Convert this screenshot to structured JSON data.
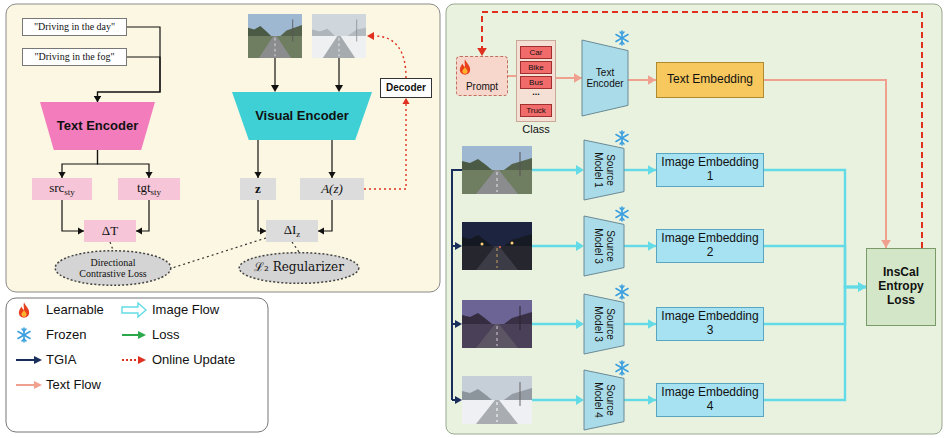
{
  "diagram": {
    "nodes": [
      {
        "text": [
          "\"Driving in the day\""
        ]
      },
      {
        "text": [
          "\"Driving in the fog\""
        ]
      },
      {
        "text": [
          "Text Encoder"
        ]
      },
      {
        "text": [
          "Visual Encoder"
        ]
      },
      {
        "text": [
          "src",
          "sty"
        ]
      },
      {
        "text": [
          "tgt",
          "sty"
        ]
      },
      {
        "text": [
          "z"
        ]
      },
      {
        "text": [
          "A(z)"
        ]
      },
      {
        "text": [
          "ΔT"
        ]
      },
      {
        "text": [
          "ΔI",
          "z"
        ]
      },
      {
        "text": [
          "Directional Contrastive Loss"
        ]
      },
      {
        "text": [
          "ℒ₂ Regularizer"
        ]
      },
      {
        "text": [
          "Decoder"
        ]
      },
      {
        "text": [
          "Prompt"
        ]
      },
      {
        "text": [
          "Class"
        ]
      },
      {
        "text": [
          "Car"
        ],
        "in": 14
      },
      {
        "text": [
          "Bike"
        ],
        "in": 14
      },
      {
        "text": [
          "Bus"
        ],
        "in": 14
      },
      {
        "text": [
          "Truck"
        ],
        "in": 14
      },
      {
        "text": [
          "Text Encoder"
        ]
      },
      {
        "text": [
          "Text Embedding"
        ]
      },
      {
        "text": [
          "Source Model 1"
        ]
      },
      {
        "text": [
          "Source Model 3"
        ]
      },
      {
        "text": [
          "Source Model 3"
        ]
      },
      {
        "text": [
          "Source Model 4"
        ]
      },
      {
        "text": [
          "Image Embedding 1"
        ]
      },
      {
        "text": [
          "Image Embedding 2"
        ]
      },
      {
        "text": [
          "Image Embedding 3"
        ]
      },
      {
        "text": [
          "Image Embedding 4"
        ]
      },
      {
        "text": [
          "InsCal Entropy Loss"
        ]
      }
    ],
    "edges": [
      {
        "from": 0,
        "to": 2,
        "arrow": "to"
      },
      {
        "from": 1,
        "to": 2,
        "arrow": "to"
      },
      {
        "from": 2,
        "to": 4,
        "arrow": "to"
      },
      {
        "from": 2,
        "to": 5,
        "arrow": "to"
      },
      {
        "from": 3,
        "to": 6,
        "arrow": "to"
      },
      {
        "from": 3,
        "to": 7,
        "arrow": "to"
      },
      {
        "from": 4,
        "to": 8,
        "arrow": "to"
      },
      {
        "from": 5,
        "to": 8,
        "arrow": "to"
      },
      {
        "from": 6,
        "to": 9,
        "arrow": "to"
      },
      {
        "from": 7,
        "to": 9,
        "arrow": "to"
      },
      {
        "from": 8,
        "to": 10,
        "arrow": "none"
      },
      {
        "from": 9,
        "to": 10,
        "arrow": "none"
      },
      {
        "from": 9,
        "to": 11,
        "arrow": "none"
      },
      {
        "from": 7,
        "to": 12,
        "arrow": "to"
      },
      {
        "from": 13,
        "to": 14,
        "arrow": "none"
      },
      {
        "from": 14,
        "to": 19,
        "arrow": "to"
      },
      {
        "from": 19,
        "to": 20,
        "arrow": "to"
      },
      {
        "from": 21,
        "to": 25,
        "arrow": "to"
      },
      {
        "from": 22,
        "to": 26,
        "arrow": "to"
      },
      {
        "from": 23,
        "to": 27,
        "arrow": "to"
      },
      {
        "from": 24,
        "to": 28,
        "arrow": "to"
      },
      {
        "from": 25,
        "to": 29,
        "arrow": "to"
      },
      {
        "from": 26,
        "to": 29,
        "arrow": "to"
      },
      {
        "from": 27,
        "to": 29,
        "arrow": "to"
      },
      {
        "from": 28,
        "to": 29,
        "arrow": "to"
      },
      {
        "from": 20,
        "to": 29,
        "arrow": "to"
      },
      {
        "from": 29,
        "to": 13,
        "arrow": "to"
      }
    ],
    "labels": [
      "..."
    ],
    "legend": [
      {
        "text": "Learnable"
      },
      {
        "text": "Frozen"
      },
      {
        "text": "TGIA"
      },
      {
        "text": "Text Flow"
      },
      {
        "text": "Image Flow"
      },
      {
        "text": "Loss"
      },
      {
        "text": "Online Update"
      }
    ]
  }
}
